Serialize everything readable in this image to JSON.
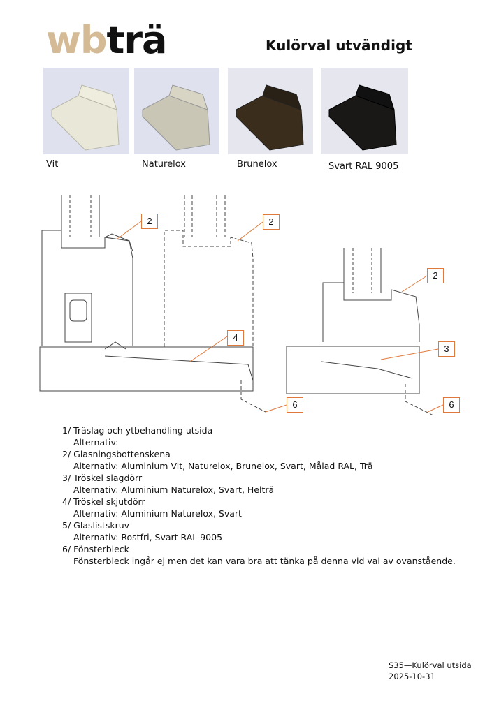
{
  "logo": {
    "part1": "wb",
    "part2": "trä"
  },
  "title": "Kulörval utvändigt",
  "swatches": [
    {
      "label": "Vit",
      "color": "#e9e8d8"
    },
    {
      "label": "Naturelox",
      "color": "#c9c6b6"
    },
    {
      "label": "Brunelox",
      "color": "#3a2d1c"
    },
    {
      "label": "Svart RAL 9005",
      "color": "#1a1817"
    }
  ],
  "callouts": {
    "c2": "2",
    "c3": "3",
    "c4": "4",
    "c6": "6",
    "color": "#e07a3c"
  },
  "items": [
    {
      "head": "1/ Träslag och ytbehandling utsida",
      "sub": "Alternativ:"
    },
    {
      "head": "2/ Glasningsbottenskena",
      "sub": "Alternativ: Aluminium Vit, Naturelox, Brunelox, Svart, Målad RAL, Trä"
    },
    {
      "head": "3/ Tröskel slagdörr",
      "sub": "Alternativ: Aluminium Naturelox, Svart, Helträ"
    },
    {
      "head": "4/ Tröskel skjutdörr",
      "sub": "Alternativ: Aluminium Naturelox, Svart"
    },
    {
      "head": "5/ Glaslistskruv",
      "sub": "Alternativ: Rostfri, Svart RAL 9005"
    },
    {
      "head": "6/ Fönsterbleck",
      "sub": "Fönsterbleck ingår ej men det kan vara bra att tänka på denna vid val av ovanstående."
    }
  ],
  "footer": {
    "code": "S35—Kulörval utsida",
    "date": "2025-10-31"
  }
}
